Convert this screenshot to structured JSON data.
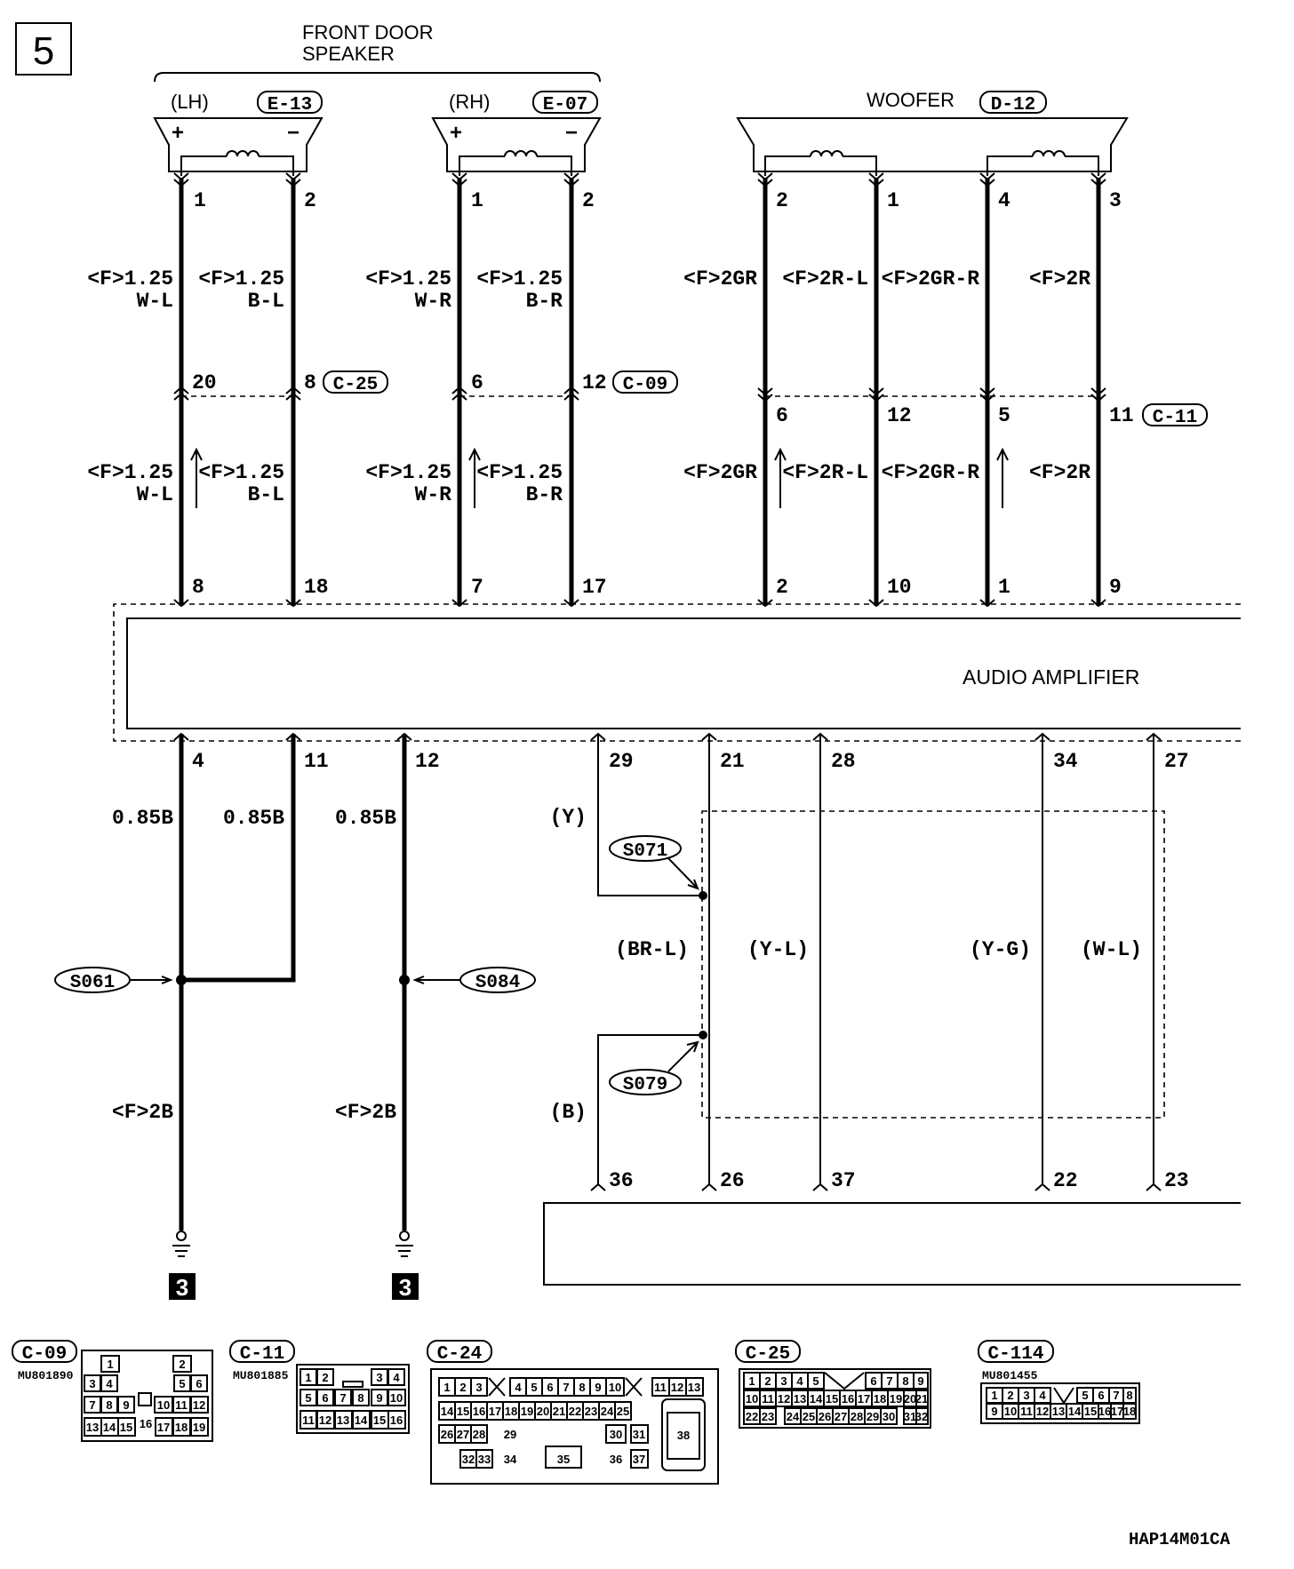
{
  "page_number": "5",
  "front_door_speaker": {
    "line1": "FRONT DOOR",
    "line2": "SPEAKER"
  },
  "lh": {
    "side": "(LH)",
    "connector": "E-13",
    "plus": "+",
    "minus": "−",
    "pin_pos": "1",
    "pin_neg": "2"
  },
  "rh": {
    "side": "(RH)",
    "connector": "E-07",
    "plus": "+",
    "minus": "−",
    "pin_pos": "1",
    "pin_neg": "2"
  },
  "woofer": {
    "title": "WOOFER",
    "connector": "D-12",
    "pins": [
      "2",
      "1",
      "4",
      "3"
    ]
  },
  "wire_labels": {
    "lh_pos_size": "<F>1.25",
    "lh_pos_color": "W-L",
    "lh_neg_size": "<F>1.25",
    "lh_neg_color": "B-L",
    "rh_pos_size": "<F>1.25",
    "rh_pos_color": "W-R",
    "rh_neg_size": "<F>1.25",
    "rh_neg_color": "B-R",
    "woofer": [
      "<F>2GR",
      "<F>2R-L",
      "<F>2GR-R",
      "<F>2R"
    ]
  },
  "mid_connectors": {
    "c25": {
      "name": "C-25",
      "pins": [
        "20",
        "8"
      ]
    },
    "c09": {
      "name": "C-09",
      "pins": [
        "6",
        "12"
      ]
    },
    "c11": {
      "name": "C-11",
      "pins": [
        "6",
        "12",
        "5",
        "11"
      ]
    }
  },
  "amp_top_pins": [
    "8",
    "18",
    "7",
    "17",
    "2",
    "10",
    "1",
    "9"
  ],
  "audio_amplifier": "AUDIO AMPLIFIER",
  "amp_bottom_pins": [
    "4",
    "11",
    "12",
    "29",
    "21",
    "28",
    "34",
    "27"
  ],
  "ground_wires": [
    "0.85B",
    "0.85B",
    "0.85B",
    "<F>2B",
    "<F>2B"
  ],
  "splices": [
    "S061",
    "S084",
    "S071",
    "S079"
  ],
  "signal_colors": [
    "(Y)",
    "(BR-L)",
    "(Y-L)",
    "(Y-G)",
    "(W-L)",
    "(B)"
  ],
  "lower_pins": [
    "36",
    "26",
    "37",
    "22",
    "23"
  ],
  "ground_ref": "3",
  "connector_views": [
    {
      "name": "C-09",
      "code": "MU801890"
    },
    {
      "name": "C-11",
      "code": "MU801885"
    },
    {
      "name": "C-24",
      "code": ""
    },
    {
      "name": "C-25",
      "code": ""
    },
    {
      "name": "C-114",
      "code": "MU801455"
    }
  ],
  "figure_code": "HAP14M01CA"
}
